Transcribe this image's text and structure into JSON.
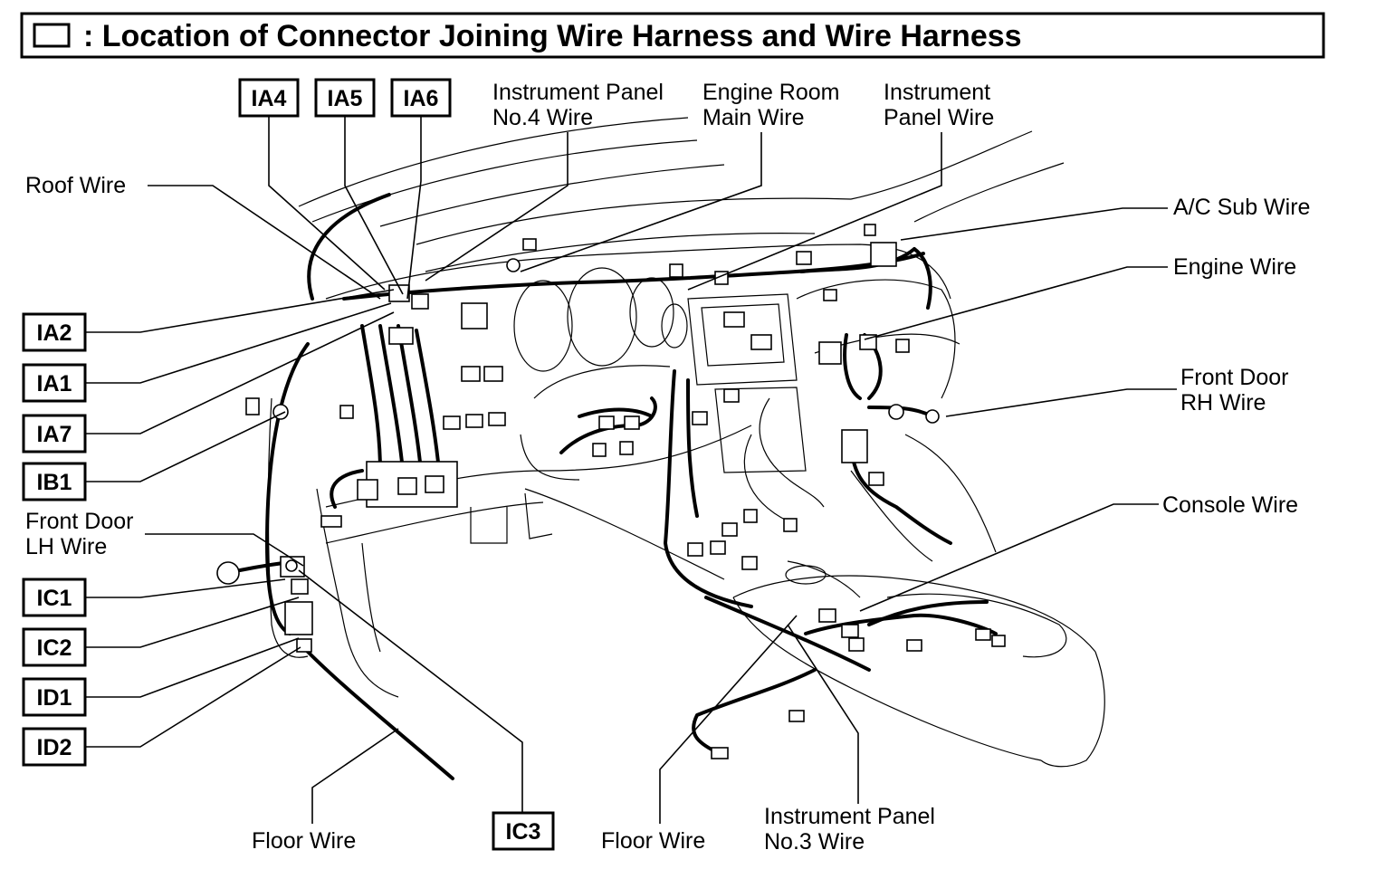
{
  "title": ": Location of Connector Joining Wire Harness and Wire Harness",
  "connectors": {
    "ia4": "IA4",
    "ia5": "IA5",
    "ia6": "IA6",
    "ia2": "IA2",
    "ia1": "IA1",
    "ia7": "IA7",
    "ib1": "IB1",
    "ic1": "IC1",
    "ic2": "IC2",
    "id1": "ID1",
    "id2": "ID2",
    "ic3": "IC3"
  },
  "wires": {
    "instrument_panel_no4": [
      "Instrument Panel",
      "No.4 Wire"
    ],
    "engine_room_main": [
      "Engine Room",
      "Main Wire"
    ],
    "instrument_panel": [
      "Instrument",
      "Panel Wire"
    ],
    "roof": "Roof Wire",
    "ac_sub": "A/C Sub Wire",
    "engine": "Engine Wire",
    "front_door_rh": [
      "Front Door",
      "RH Wire"
    ],
    "console": "Console Wire",
    "front_door_lh": [
      "Front Door",
      "LH Wire"
    ],
    "floor_left": "Floor Wire",
    "floor_right": "Floor Wire",
    "instrument_panel_no3": [
      "Instrument Panel",
      "No.3 Wire"
    ]
  },
  "legend_symbol": "square-box-icon"
}
